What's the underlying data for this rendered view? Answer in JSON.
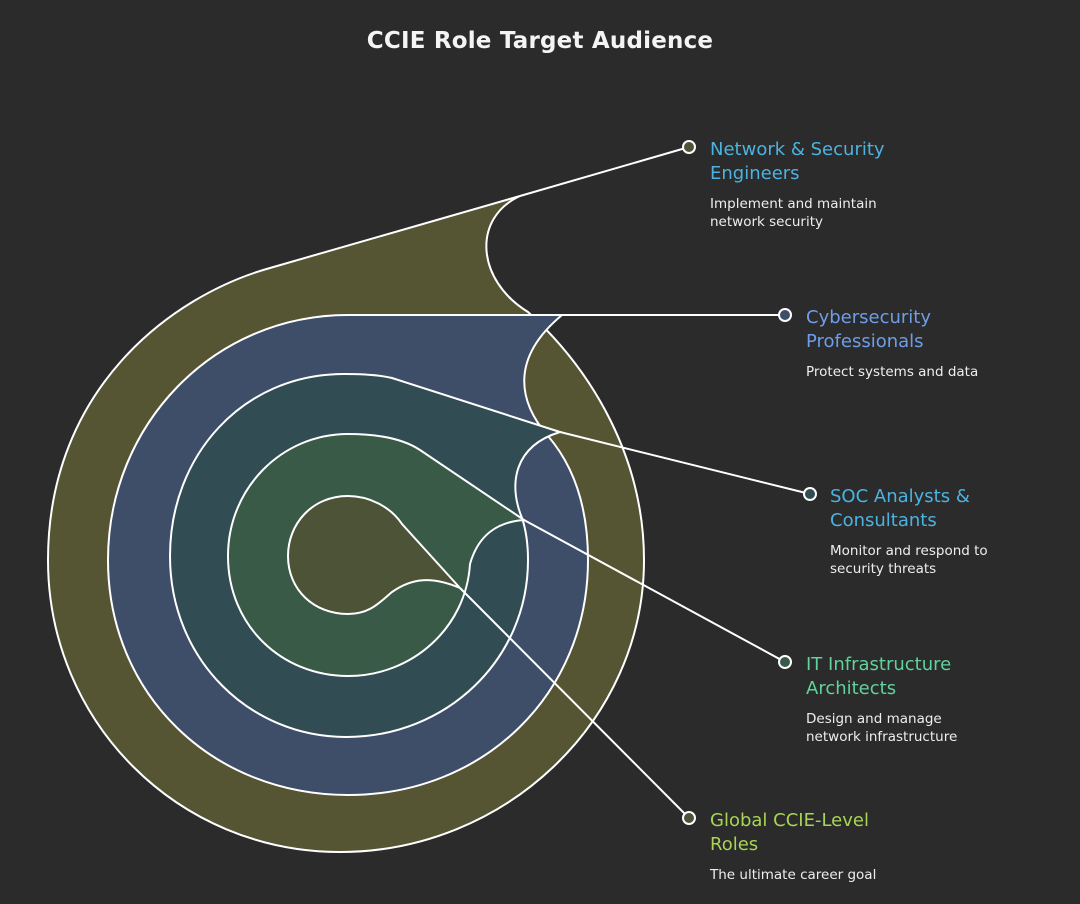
{
  "title": "CCIE Role Target Audience",
  "colors": {
    "background": "#2b2b2b",
    "ring_outer": "#555433",
    "ring_second": "#3e4d68",
    "ring_third": "#324c54",
    "ring_fourth": "#3a5a48",
    "ring_core": "#4d5336",
    "outline": "#ffffff"
  },
  "items": [
    {
      "title": "Network & Security Engineers",
      "title_lines": [
        "Network & Security",
        "Engineers"
      ],
      "description_lines": [
        "Implement and maintain",
        "network security"
      ],
      "color": "#4cb3e0"
    },
    {
      "title": "Cybersecurity Professionals",
      "title_lines": [
        "Cybersecurity",
        "Professionals"
      ],
      "description_lines": [
        "Protect systems and data"
      ],
      "color": "#6f9ee8"
    },
    {
      "title": "SOC Analysts & Consultants",
      "title_lines": [
        "SOC Analysts &",
        "Consultants"
      ],
      "description_lines": [
        "Monitor and respond to",
        "security threats"
      ],
      "color": "#4cb3e0"
    },
    {
      "title": "IT Infrastructure Architects",
      "title_lines": [
        "IT Infrastructure",
        "Architects"
      ],
      "description_lines": [
        "Design and manage",
        "network infrastructure"
      ],
      "color": "#5fd39a"
    },
    {
      "title": "Global CCIE-Level Roles",
      "title_lines": [
        "Global CCIE-Level",
        "Roles"
      ],
      "description_lines": [
        "The ultimate career goal"
      ],
      "color": "#a9d455"
    }
  ]
}
